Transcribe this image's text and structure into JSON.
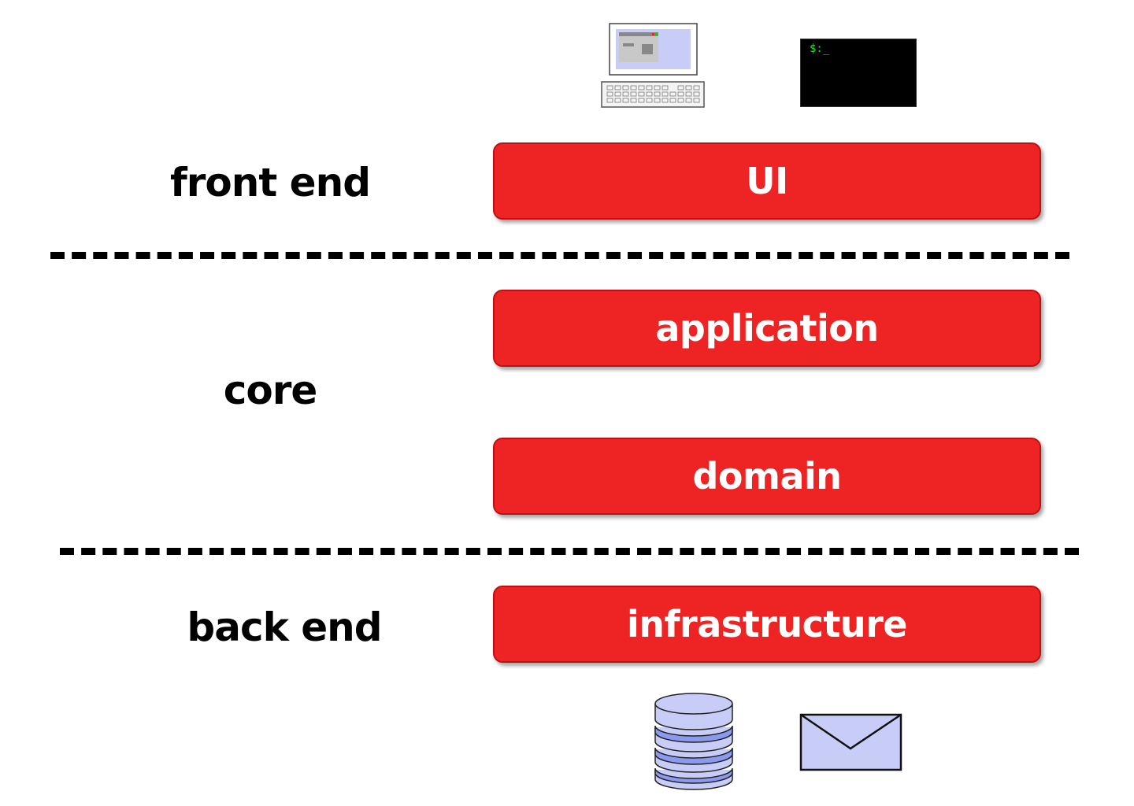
{
  "labels": {
    "front_end": "front end",
    "core": "core",
    "back_end": "back end"
  },
  "layers": {
    "ui": "UI",
    "application": "application",
    "domain": "domain",
    "infrastructure": "infrastructure"
  },
  "terminal": {
    "prompt": "$:_"
  },
  "icons": {
    "desktop": "desktop-computer-icon",
    "terminal": "terminal-icon",
    "database": "database-icon",
    "mail": "envelope-icon"
  },
  "colors": {
    "layer_fill": "#ee2424",
    "layer_border": "#c01010",
    "layer_text": "#ffffff",
    "label_text": "#000000",
    "divider": "#000000",
    "icon_fill": "#c8cdf8",
    "database_band": "#8c99f0",
    "terminal_bg": "#000000",
    "terminal_prompt": "#22dd22"
  }
}
